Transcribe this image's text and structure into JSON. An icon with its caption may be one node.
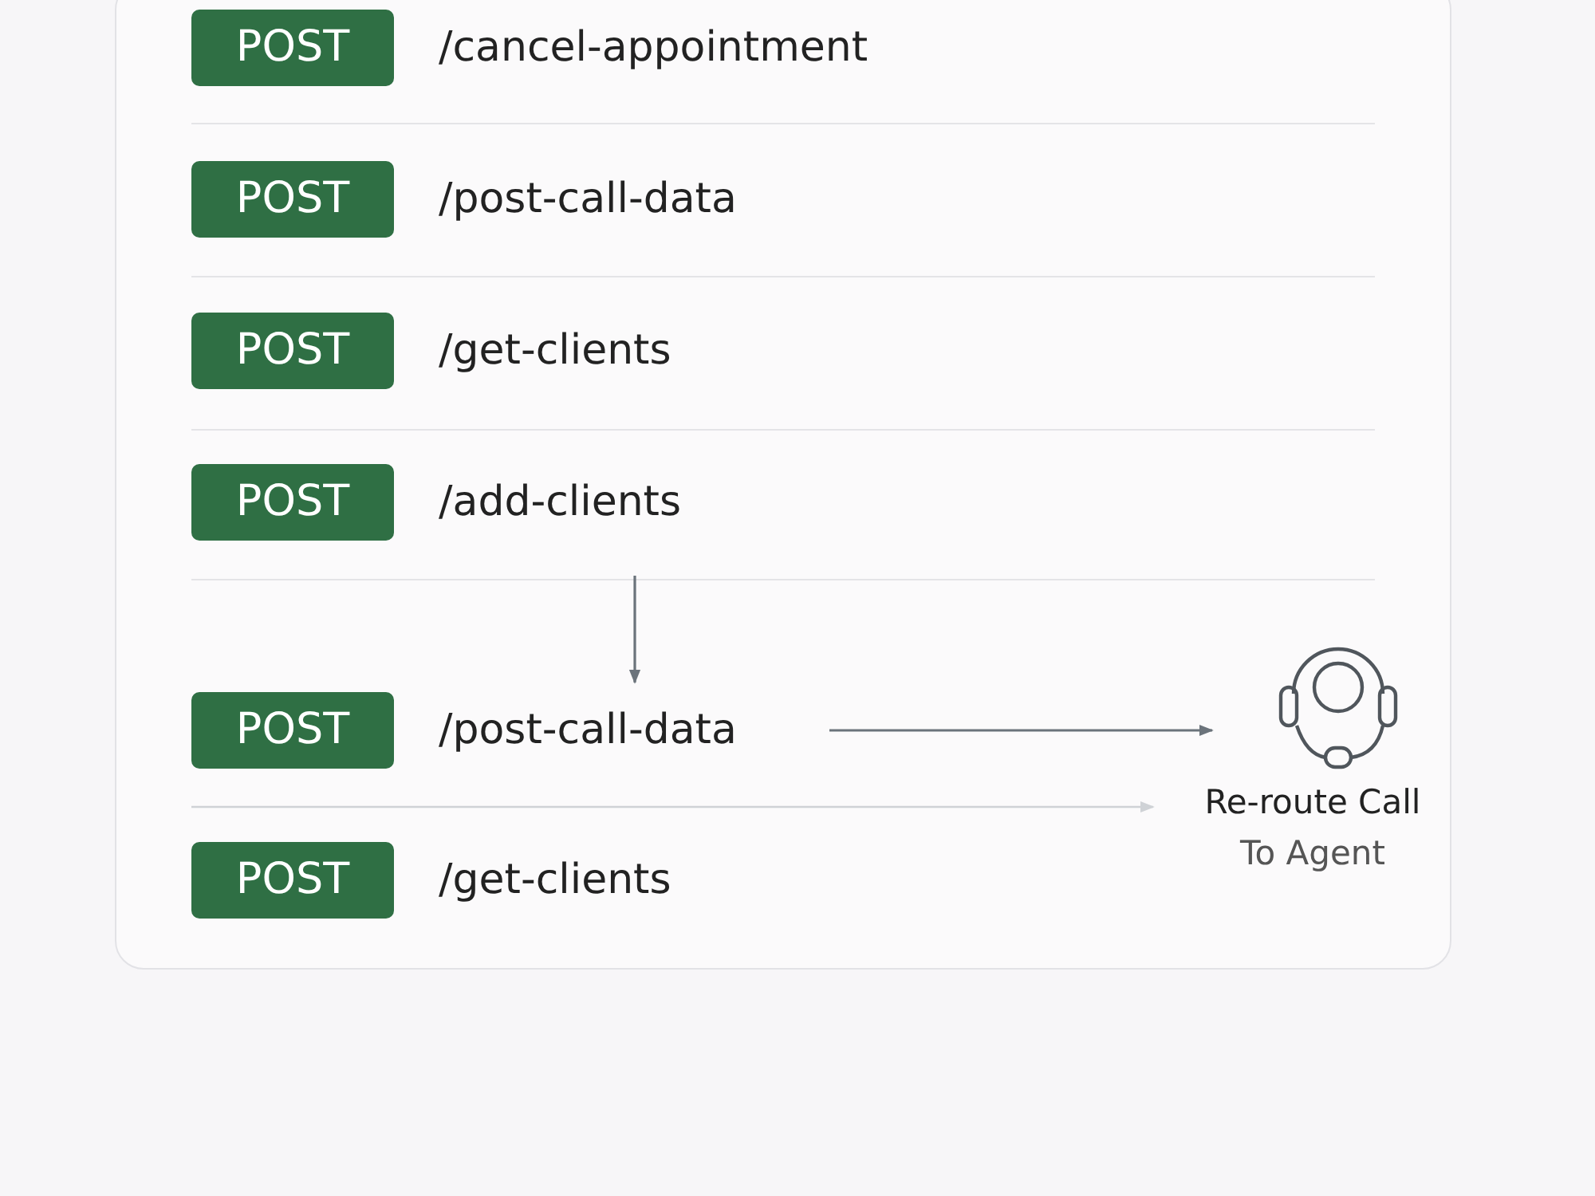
{
  "diagram": {
    "nodes": [
      {
        "text": [],
        "shape": "box"
      },
      {
        "text": [
          "POST"
        ],
        "beside": [
          "/cancel-appointment"
        ],
        "in": 0
      },
      {
        "text": [
          "POST"
        ],
        "beside": [
          "/post-call-data"
        ],
        "in": 0
      },
      {
        "text": [
          "POST"
        ],
        "beside": [
          "/get-clients"
        ],
        "in": 0
      },
      {
        "text": [
          "POST"
        ],
        "beside": [
          "/add-clients"
        ],
        "in": 0
      },
      {
        "text": [
          "POST"
        ],
        "beside": [
          "/post-call-data"
        ],
        "in": 0
      },
      {
        "text": [
          "POST"
        ],
        "beside": [
          "/get-clients"
        ],
        "in": 0
      },
      {
        "text": [
          "Re-route Call",
          "To Agent"
        ],
        "in": 0
      }
    ],
    "edges": [
      {
        "from": 4,
        "to": 5,
        "arrow": "to"
      },
      {
        "from": 5,
        "to": 7,
        "arrow": "to"
      },
      {
        "from": null,
        "to": 7,
        "arrow": "to",
        "color": "#cfd2d6"
      }
    ]
  }
}
